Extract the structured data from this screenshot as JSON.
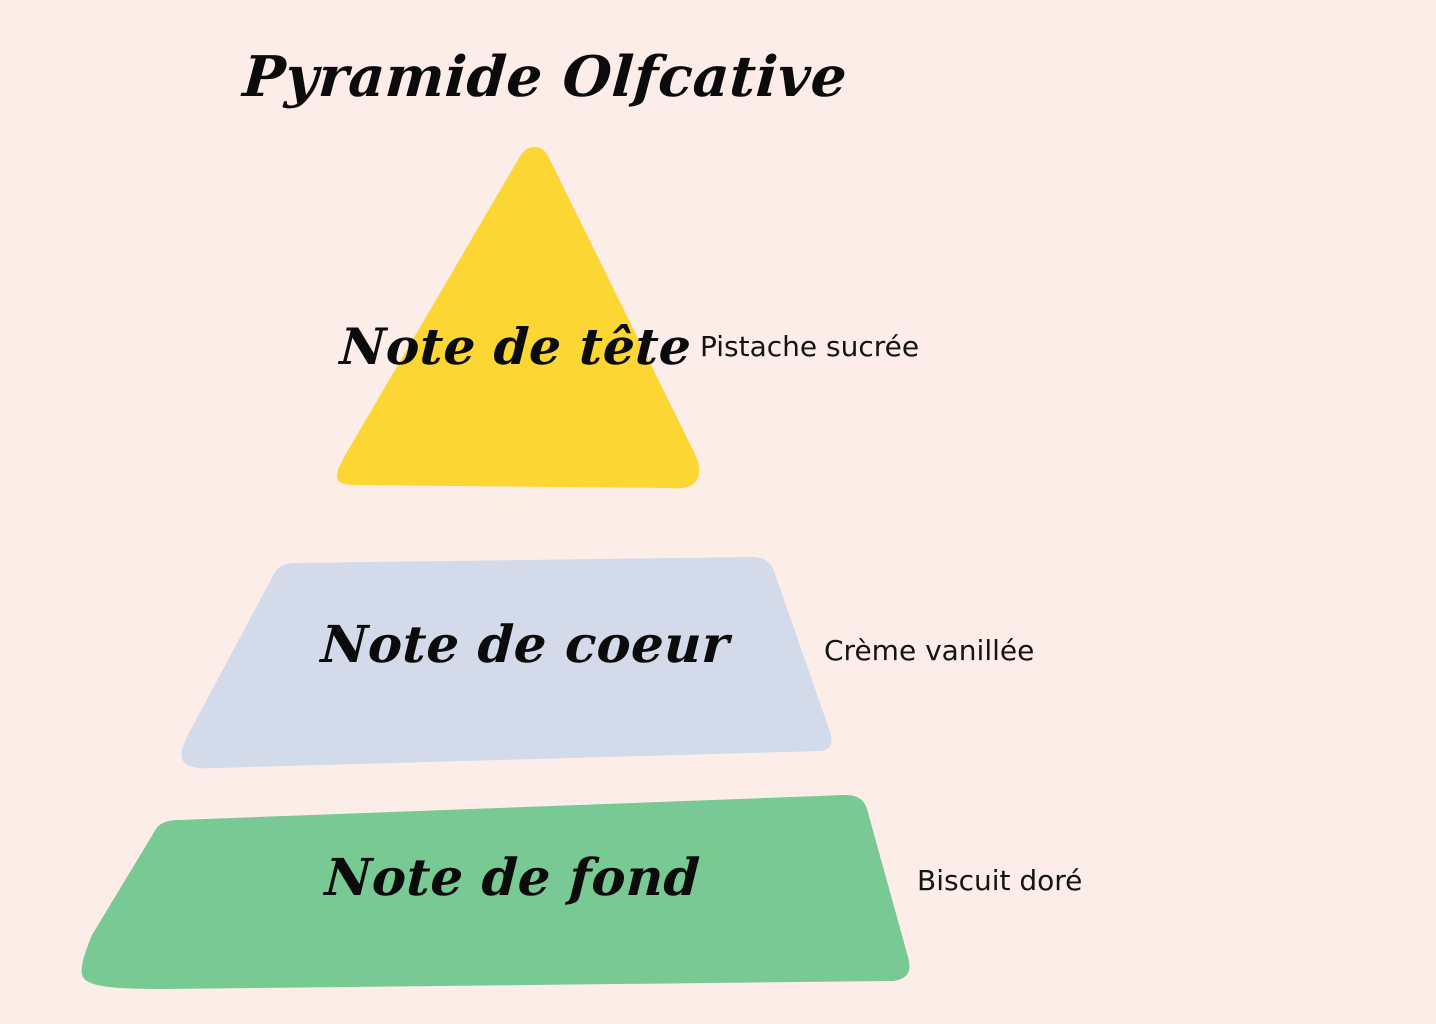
{
  "page": {
    "title": "Pyramide Olfcative",
    "background_color": "#fcede9",
    "text_color": "#0b0b0b"
  },
  "pyramid": {
    "tiers": [
      {
        "id": "top",
        "label": "Note de tête",
        "description": "Pistache sucrée",
        "shape": "triangle",
        "color": "#fcd632"
      },
      {
        "id": "heart",
        "label": "Note de coeur",
        "description": "Crème vanillée",
        "shape": "trapezoid",
        "color": "#d3daea"
      },
      {
        "id": "base",
        "label": "Note de fond",
        "description": "Biscuit doré",
        "shape": "trapezoid",
        "color": "#78c993"
      }
    ]
  },
  "chart_data": {
    "type": "pyramid",
    "title": "Pyramide Olfcative",
    "levels": [
      {
        "name": "Note de tête",
        "note": "Pistache sucrée",
        "color": "#fcd632",
        "order": 1
      },
      {
        "name": "Note de coeur",
        "note": "Crème vanillée",
        "color": "#d3daea",
        "order": 2
      },
      {
        "name": "Note de fond",
        "note": "Biscuit doré",
        "color": "#78c993",
        "order": 3
      }
    ],
    "legend": "none",
    "grid": false
  }
}
